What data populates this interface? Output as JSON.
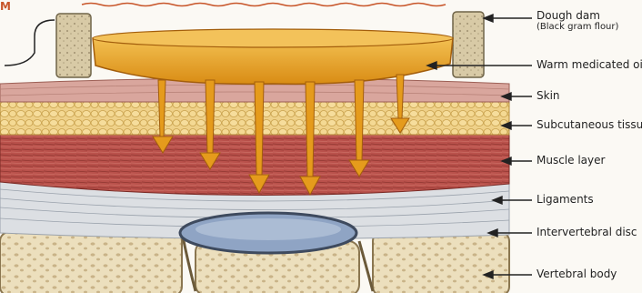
{
  "corner_mark": "M",
  "labels": [
    {
      "text": "Dough dam",
      "sub": "(Black gram flour)"
    },
    {
      "text": "Warm medicated oil"
    },
    {
      "text": "Skin"
    },
    {
      "text": "Subcutaneous tissue"
    },
    {
      "text": "Muscle layer"
    },
    {
      "text": "Ligaments"
    },
    {
      "text": "Intervertebral disc"
    },
    {
      "text": "Vertebral body"
    }
  ],
  "colors": {
    "oil": "#e9a323",
    "oil_dark": "#b96d10",
    "skin": "#d8a39a",
    "fat": "#f0d48a",
    "muscle": "#b8504a",
    "ligament": "#d9dde2",
    "disc": "#8fa4c4",
    "bone": "#eadcb8",
    "dam": "#d9ccaa"
  }
}
